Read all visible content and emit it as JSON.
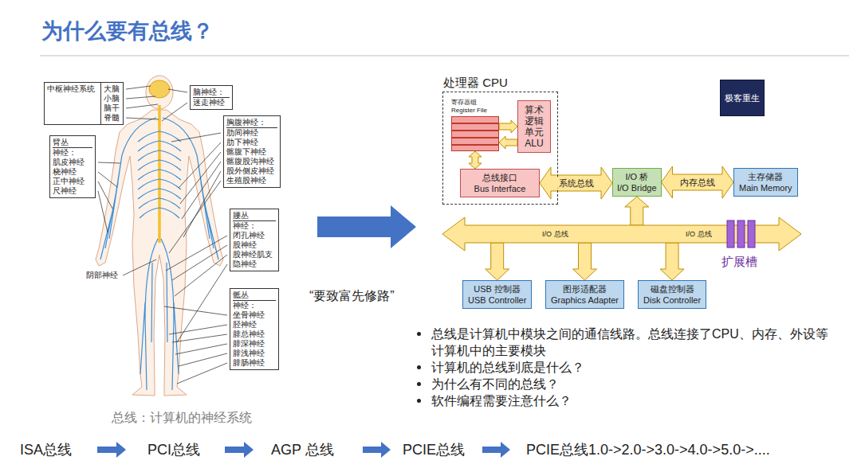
{
  "diagram": {
    "title": "为什么要有总线？",
    "caption": "总线：计算机的神经系统",
    "nodes": [
      {
        "text": [
          "中枢神经系统",
          "大脑",
          "小脑",
          "脑干",
          "脊髓"
        ]
      },
      {
        "text": [
          "脑神经：",
          "迷走神经"
        ]
      },
      {
        "text": [
          "胸腹神经：",
          "肋间神经",
          "肋下神经",
          "髂腹下神经",
          "髂腹股沟神经",
          "股外侧皮神经",
          "生殖股神经"
        ]
      },
      {
        "text": [
          "臂丛",
          "神经：",
          "肌皮神经",
          "桡神经",
          "正中神经",
          "尺神经"
        ]
      },
      {
        "text": [
          "腰丛",
          "神经：",
          "闭孔神经",
          "股神经",
          "股神经肌支",
          "隐神经"
        ]
      },
      {
        "text": [
          "骶丛",
          "神经：",
          "坐骨神经",
          "胫神经",
          "腓总神经",
          "腓深神经",
          "腓浅神经",
          "腓肠神经"
        ]
      },
      {
        "text": [
          "处理器 CPU"
        ]
      },
      {
        "text": [
          "寄存器组 Register File"
        ],
        "in": 6
      },
      {
        "text": [
          "算术逻辑单元",
          "ALU"
        ],
        "in": 6
      },
      {
        "text": [
          "总线接口",
          "Bus Interface"
        ],
        "in": 6
      },
      {
        "text": [
          "极客重生"
        ]
      },
      {
        "text": [
          "I/O 桥",
          "I/O Bridge"
        ]
      },
      {
        "text": [
          "主存储器",
          "Main Memory"
        ]
      },
      {
        "text": [
          "I/O 总线",
          "I/O 总线"
        ]
      },
      {
        "text": [
          "USB 控制器",
          "USB Controller"
        ]
      },
      {
        "text": [
          "图形适配器",
          "Graphics Adapter"
        ]
      },
      {
        "text": [
          "磁盘控制器",
          "Disk Controller"
        ]
      }
    ],
    "edges": [
      {
        "from": 7,
        "to": 8,
        "arrow": "to"
      },
      {
        "from": 8,
        "to": 7,
        "arrow": "to"
      },
      {
        "from": 7,
        "to": 9,
        "arrow": "both"
      },
      {
        "from": 9,
        "to": 11,
        "label": "系统总线",
        "arrow": "both"
      },
      {
        "from": 11,
        "to": 12,
        "label": "内存总线",
        "arrow": "both"
      },
      {
        "from": 13,
        "to": 11,
        "arrow": "to"
      },
      {
        "from": 13,
        "to": 14,
        "arrow": "to"
      },
      {
        "from": 13,
        "to": 15,
        "arrow": "to"
      },
      {
        "from": 13,
        "to": 16,
        "arrow": "to"
      }
    ],
    "labels": [
      "阴部神经",
      "“要致富先修路”",
      "扩展槽",
      "总线是计算机中模块之间的通信线路。总线连接了CPU、内存、外设等计算机中的主要模块",
      "计算机的总线到底是什么？",
      "为什么有不同的总线？",
      "软件编程需要注意什么？",
      "ISA总线",
      "PCI总线",
      "AGP 总线",
      "PCIE总线",
      "PCIE总线1.0->2.0->3.0->4.0->5.0->...."
    ]
  }
}
